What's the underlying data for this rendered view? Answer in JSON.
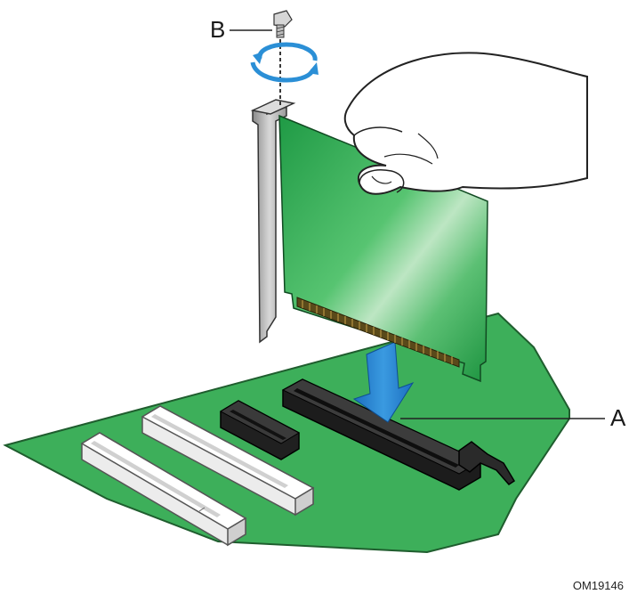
{
  "callouts": {
    "a": "A",
    "b": "B"
  },
  "figure_id": "OM19146",
  "colors": {
    "board": "#3daf5a",
    "card": "#27a24a",
    "slot": "#1f1f1f",
    "pci_slot": "#f2f2f2",
    "arrow": "#1e78c8",
    "rotation": "#2b8fd6"
  }
}
